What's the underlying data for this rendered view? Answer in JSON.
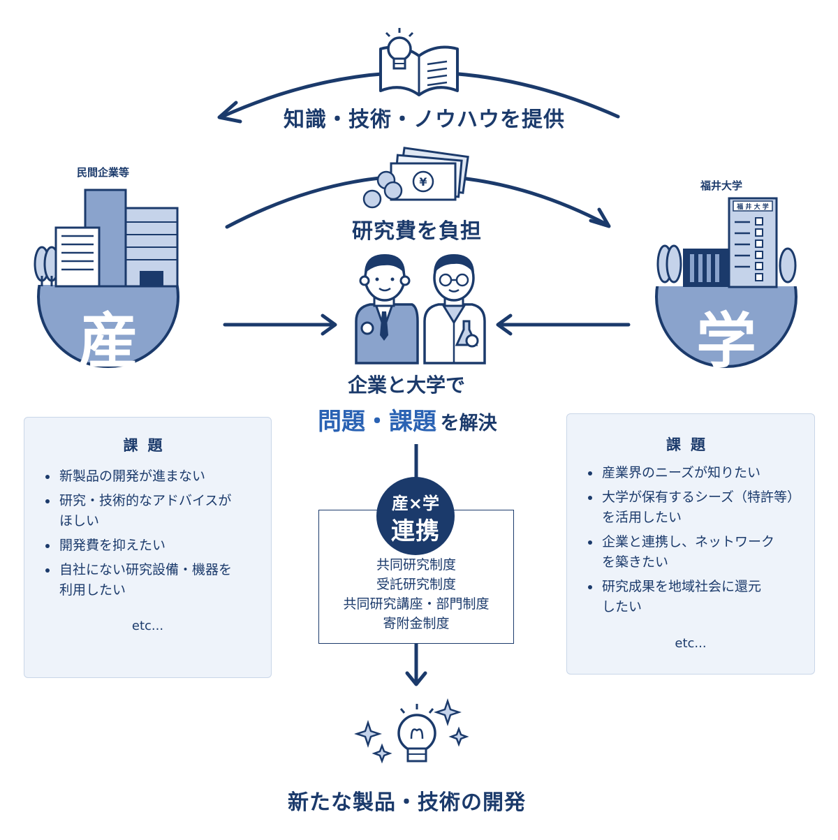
{
  "top_label": "知識・技術・ノウハウを提供",
  "funding_label": "研究費を負担",
  "industry": {
    "label": "民間企業等",
    "kanji": "産"
  },
  "academia": {
    "label": "福井大学",
    "kanji": "学",
    "sign": "福 井 大 学"
  },
  "center": {
    "line1": "企業と大学で",
    "highlight": "問題・課題",
    "suffix": "を解決"
  },
  "left_box": {
    "title": "課題",
    "items": [
      "新製品の開発が進まない",
      "研究・技術的なアドバイスが\nほしい",
      "開発費を抑えたい",
      "自社にない研究設備・機器を\n利用したい"
    ],
    "etc": "etc..."
  },
  "right_box": {
    "title": "課題",
    "items": [
      "産業界のニーズが知りたい",
      "大学が保有するシーズ（特許等）\nを活用したい",
      "企業と連携し、ネットワーク\nを築きたい",
      "研究成果を地域社会に還元\nしたい"
    ],
    "etc": "etc..."
  },
  "collab_badge": {
    "line1": "産×学",
    "line2": "連携"
  },
  "systems": [
    "共同研究制度",
    "受託研究制度",
    "共同研究講座・部門制度",
    "寄附金制度"
  ],
  "bottom_label": "新たな製品・技術の開発",
  "currency_symbol": "¥",
  "colors": {
    "navy": "#1b3a6b",
    "mid_blue": "#8aa3cc",
    "light_blue": "#c5d3ea",
    "box_bg": "#eef3fa",
    "text_blue": "#2a62b3"
  }
}
